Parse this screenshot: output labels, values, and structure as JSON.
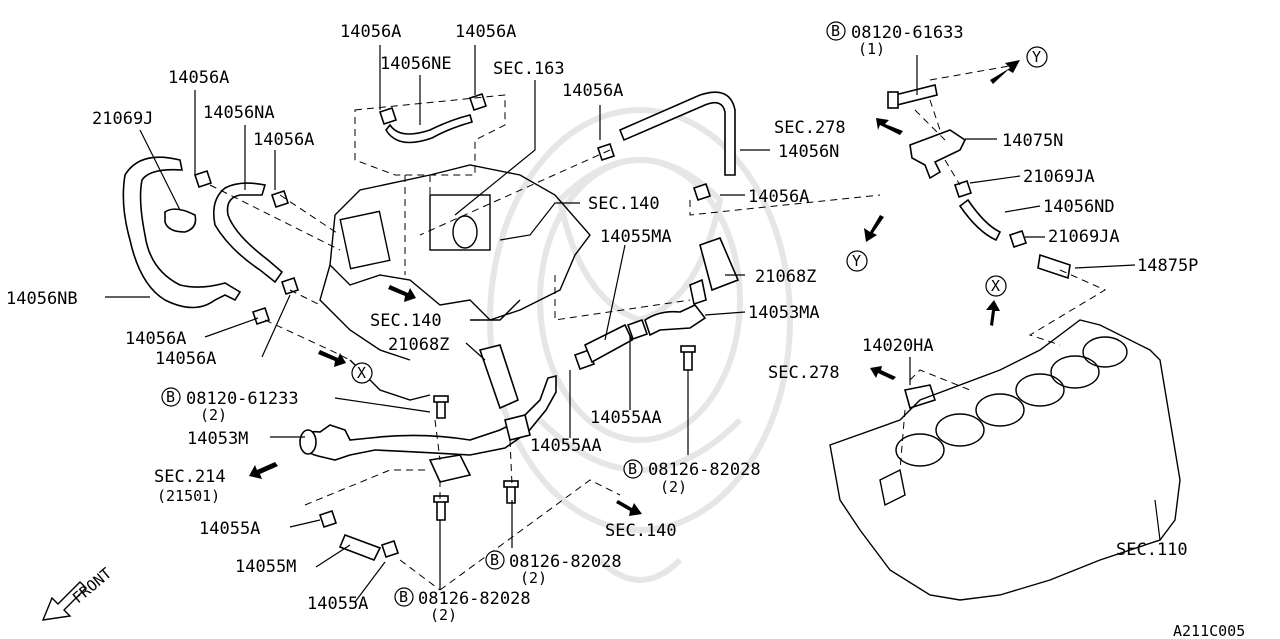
{
  "labels": {
    "p14056A_1": "14056A",
    "p14056A_2": "14056A",
    "p14056NE": "14056NE",
    "sec163": "SEC.163",
    "p14056A_3": "14056A",
    "p21069J": "21069J",
    "p14056NA": "14056NA",
    "p14056A_4": "14056A",
    "p14056A_5": "14056A",
    "sec278_top": "SEC.278",
    "p14056N": "14056N",
    "sec140_top": "SEC.140",
    "p14056A_6": "14056A",
    "p14055MA": "14055MA",
    "p21068Z_r": "21068Z",
    "p14053MA": "14053MA",
    "p14056NB": "14056NB",
    "sec140_mid": "SEC.140",
    "p21068Z_l": "21068Z",
    "p14056A_7": "14056A",
    "p14056A_8": "14056A",
    "bolt_61233": "08120-61233",
    "bolt_61233_qty": "(2)",
    "p14053M": "14053M",
    "sec214": "SEC.214",
    "sec214_sub": "(21501)",
    "p14055AA_r": "14055AA",
    "p14055AA_l": "14055AA",
    "bolt_82028_r": "08126-82028",
    "bolt_82028_r_qty": "(2)",
    "p14055A_1": "14055A",
    "sec140_bot": "SEC.140",
    "p14055M": "14055M",
    "bolt_82028_m": "08126-82028",
    "bolt_82028_m_qty": "(2)",
    "p14055A_2": "14055A",
    "bolt_82028_b": "08126-82028",
    "bolt_82028_b_qty": "(2)",
    "bolt_61633": "08120-61633",
    "bolt_61633_qty": "(1)",
    "p14075N": "14075N",
    "p21069JA_1": "21069JA",
    "p14056ND": "14056ND",
    "p21069JA_2": "21069JA",
    "p14875P": "14875P",
    "p14020HA": "14020HA",
    "sec278_mid": "SEC.278",
    "sec110": "SEC.110",
    "front": "FRONT",
    "marker_x": "X",
    "marker_y": "Y",
    "bolt_prefix": "B",
    "code": "A211C005"
  }
}
